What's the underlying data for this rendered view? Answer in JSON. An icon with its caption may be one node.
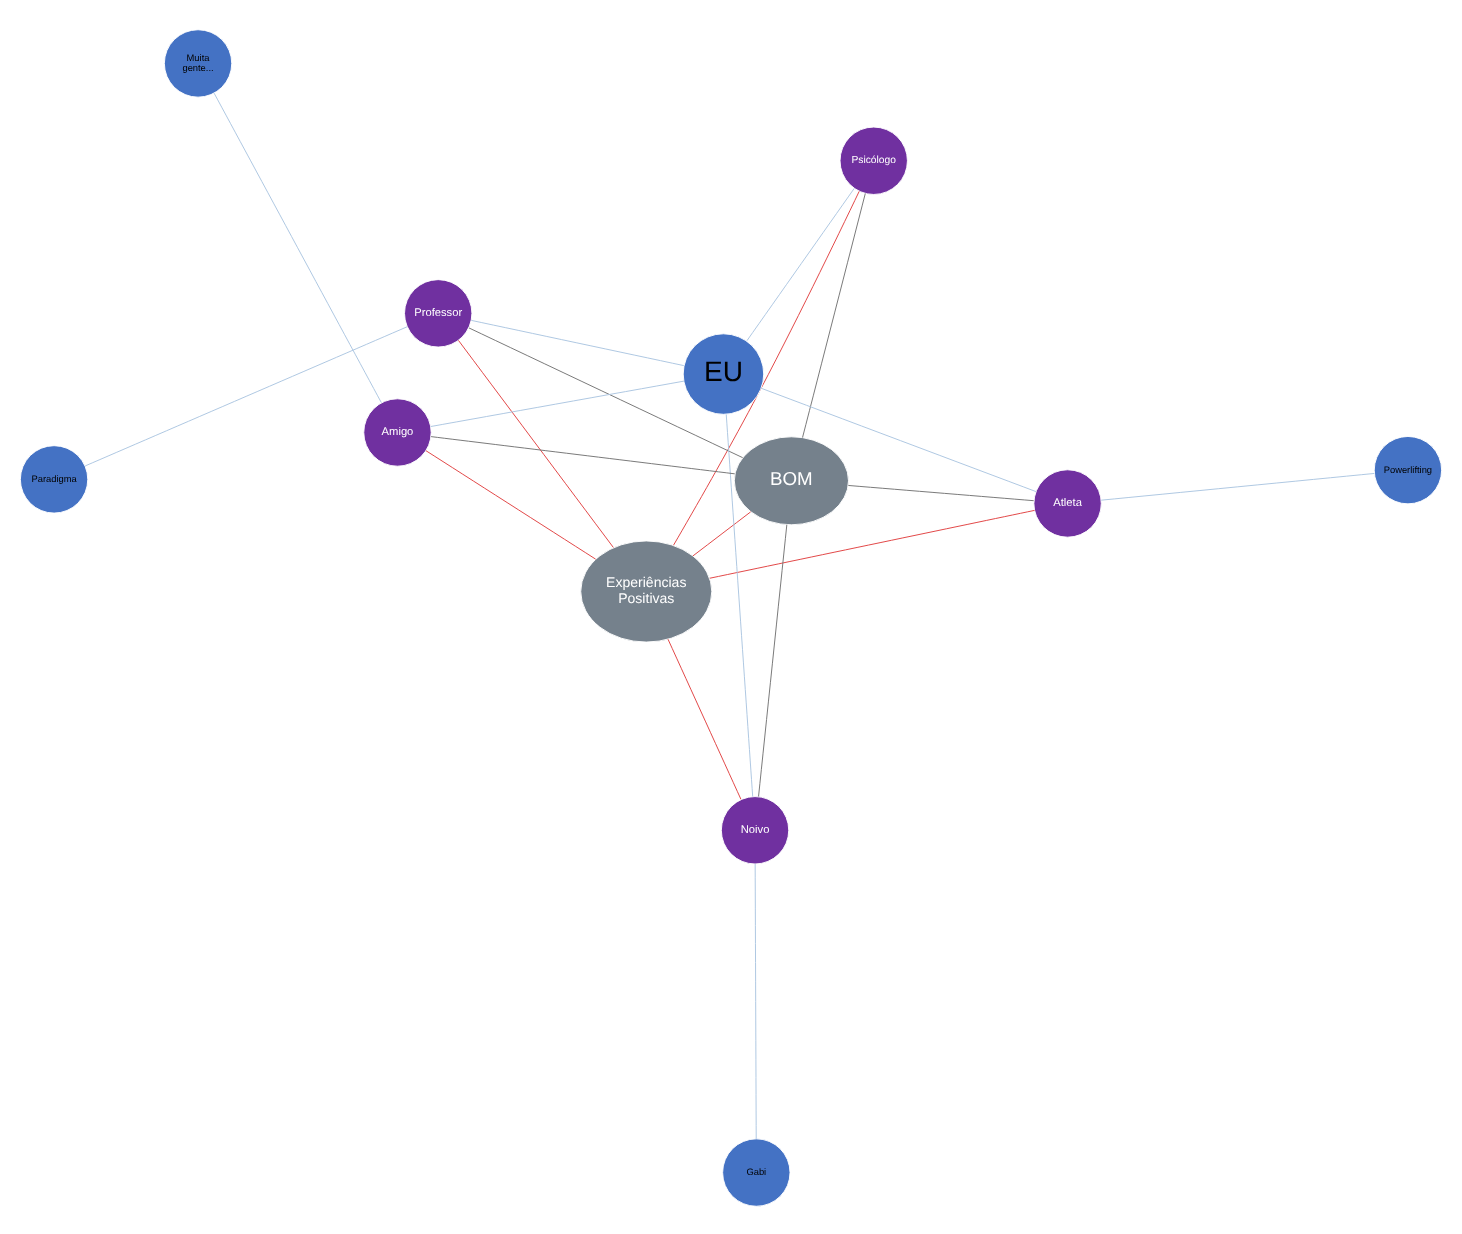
{
  "diagram": {
    "nodes": [
      {
        "text": [
          "Experiências Positivas"
        ]
      },
      {
        "text": [
          "Psicólogo"
        ]
      },
      {
        "text": [
          "Paradigma"
        ]
      },
      {
        "text": [
          "Professor"
        ]
      },
      {
        "text": [
          "EU"
        ]
      },
      {
        "text": [
          "Amigo"
        ]
      },
      {
        "text": [
          "Muita gente..."
        ]
      },
      {
        "text": [
          "Atleta"
        ]
      },
      {
        "text": [
          "Noivo"
        ]
      },
      {
        "text": [
          "Powerlifting"
        ]
      },
      {
        "text": [
          "Gabi"
        ]
      },
      {
        "text": [
          "BOM"
        ]
      }
    ],
    "edges": [
      {
        "from": 4,
        "to": 1,
        "arrow": "none"
      },
      {
        "from": 4,
        "to": 3,
        "arrow": "none"
      },
      {
        "from": 4,
        "to": 5,
        "arrow": "none"
      },
      {
        "from": 4,
        "to": 7,
        "arrow": "none"
      },
      {
        "from": 4,
        "to": 8,
        "arrow": "none"
      },
      {
        "from": 3,
        "to": 2,
        "arrow": "none"
      },
      {
        "from": 5,
        "to": 6,
        "arrow": "none"
      },
      {
        "from": 7,
        "to": 9,
        "arrow": "none"
      },
      {
        "from": 8,
        "to": 10,
        "arrow": "none"
      },
      {
        "from": 0,
        "to": 5,
        "arrow": "none",
        "color": "#e03c3c"
      },
      {
        "from": 0,
        "to": 1,
        "arrow": "none",
        "color": "#e03c3c"
      },
      {
        "from": 0,
        "to": 3,
        "arrow": "none",
        "color": "#e03c3c"
      },
      {
        "from": 0,
        "to": 7,
        "arrow": "none",
        "color": "#e03c3c"
      },
      {
        "from": 0,
        "to": 8,
        "arrow": "none",
        "color": "#e03c3c"
      },
      {
        "from": 0,
        "to": 11,
        "arrow": "none",
        "color": "#e03c3c"
      },
      {
        "from": 1,
        "to": 11,
        "arrow": "none",
        "color": "#707070"
      },
      {
        "from": 3,
        "to": 11,
        "arrow": "none",
        "color": "#707070"
      },
      {
        "from": 7,
        "to": 11,
        "arrow": "none",
        "color": "#707070"
      },
      {
        "from": 8,
        "to": 11,
        "arrow": "none",
        "color": "#707070"
      },
      {
        "from": 5,
        "to": 11,
        "arrow": "none",
        "color": "#707070"
      }
    ]
  }
}
